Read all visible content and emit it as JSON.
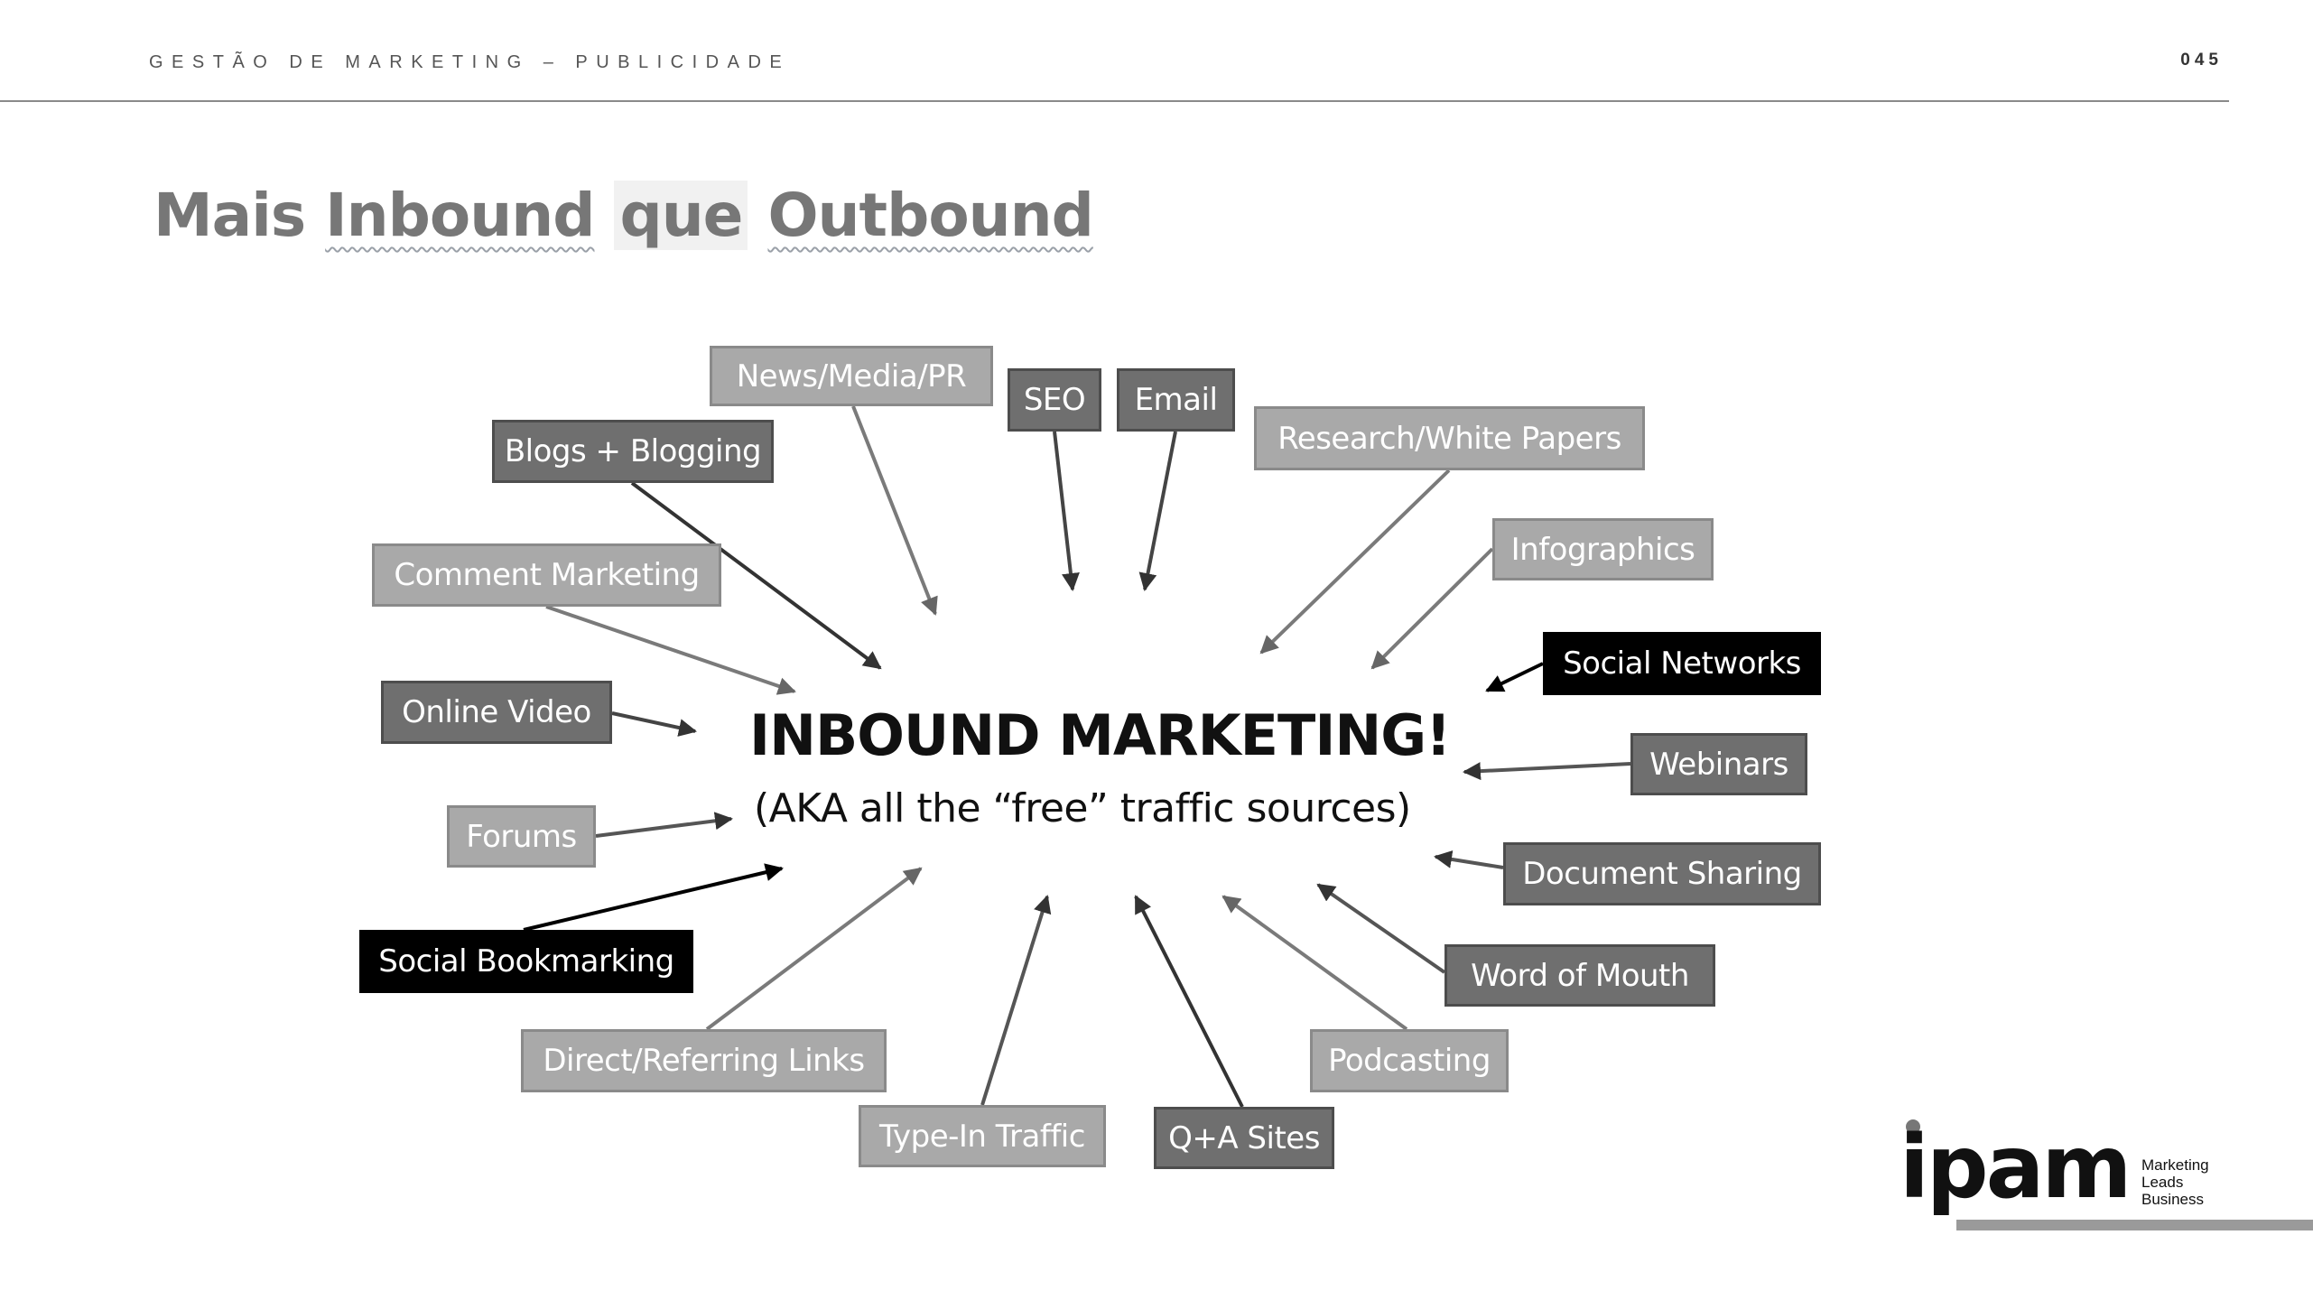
{
  "header": {
    "course": "GESTÃO DE MARKETING – PUBLICIDADE",
    "page_number": "045"
  },
  "title": {
    "mais": "Mais",
    "inbound": "Inbound",
    "que": "que",
    "outbound": "Outbound"
  },
  "diagram": {
    "center_title": "INBOUND MARKETING!",
    "center_subtitle": "(AKA all the “free” traffic sources)",
    "arrow_color": "#666666",
    "nodes": [
      "News/Media/PR",
      "SEO",
      "Email",
      "Research/White Papers",
      "Blogs + Blogging",
      "Infographics",
      "Comment Marketing",
      "Social Networks",
      "Online Video",
      "Webinars",
      "Forums",
      "Document Sharing",
      "Social Bookmarking",
      "Word of Mouth",
      "Direct/Referring Links",
      "Podcasting",
      "Type-In Traffic",
      "Q+A Sites"
    ]
  },
  "logo": {
    "wordmark": "ipam",
    "tagline": [
      "Marketing",
      "Leads",
      "Business"
    ]
  }
}
